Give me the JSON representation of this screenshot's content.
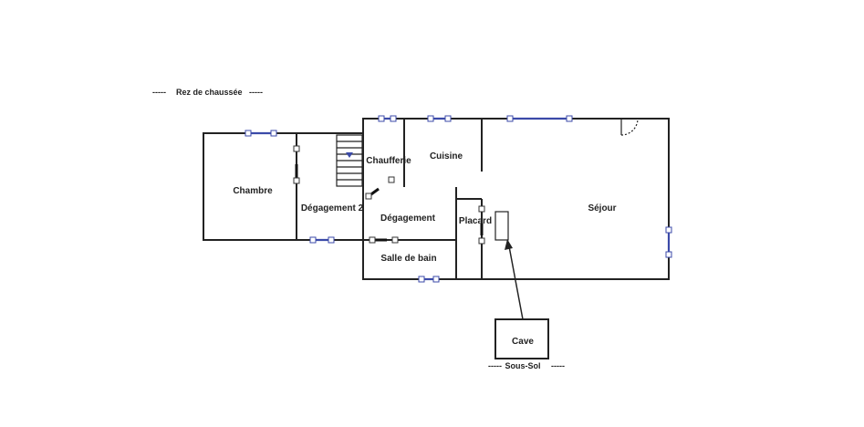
{
  "plan": {
    "ground_floor_heading": "Rez de chaussée",
    "basement_heading": "Sous-Sol",
    "heading_dashes": "-----",
    "rooms": {
      "chambre": "Chambre",
      "degagement2": "Dégagement 2",
      "chaufferie": "Chaufferie",
      "cuisine": "Cuisine",
      "degagement": "Dégagement",
      "placard": "Placard",
      "sejour": "Séjour",
      "salle_de_bain": "Salle de bain",
      "cave": "Cave"
    },
    "colors": {
      "walls": "#222222",
      "windows": "#3b4aa8",
      "background": "#ffffff"
    }
  }
}
